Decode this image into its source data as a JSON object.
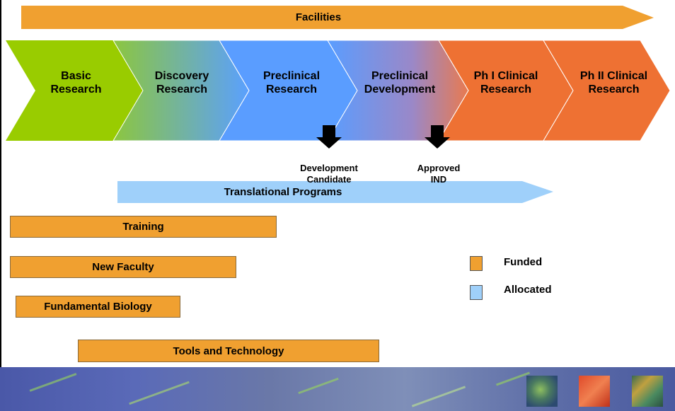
{
  "facilities": {
    "label": "Facilities"
  },
  "stages": [
    {
      "line1": "Basic",
      "line2": "Research"
    },
    {
      "line1": "Discovery",
      "line2": "Research"
    },
    {
      "line1": "Preclinical",
      "line2": "Research"
    },
    {
      "line1": "Preclinical",
      "line2": "Development"
    },
    {
      "line1": "Ph I Clinical",
      "line2": "Research"
    },
    {
      "line1": "Ph II Clinical",
      "line2": "Research"
    }
  ],
  "milestones": [
    {
      "line1": "Development",
      "line2": "Candidate"
    },
    {
      "line1": "Approved",
      "line2": "IND"
    }
  ],
  "translational": {
    "label": "Translational Programs"
  },
  "bars": {
    "training": "Training",
    "new_faculty": "New Faculty",
    "fundamental_biology": "Fundamental Biology",
    "tools_technology": "Tools and Technology"
  },
  "legend": {
    "funded": "Funded",
    "allocated": "Allocated",
    "funded_color": "#f0a030",
    "allocated_color": "#9fd0fa"
  }
}
